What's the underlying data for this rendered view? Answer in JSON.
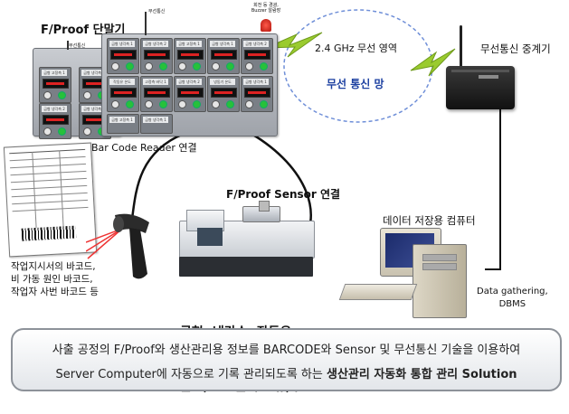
{
  "labels": {
    "terminal_title": "F/Proof 단말기",
    "wireless_network_zone": "2.4 GHz 무선 영역",
    "wireless_network": "무선 통신 망",
    "wireless_relay": "무선통신 중계기",
    "barcode_reader": "Bar Code  Reader 연결",
    "sensor_connection": "F/Proof    Sensor 연결",
    "data_storage_computer": "데이터 저장용 컴퓨터",
    "data_gathering": "Data gathering,",
    "dbms": "DBMS",
    "barcodes": [
      "작업지시서의 바코드,",
      "비 가동 원인 바코드,",
      "작업자 사번 바코드 등"
    ],
    "sensor_items": [
      "금형, 냉각수, 작동유",
      "온도,      원재료 유,무"
    ],
    "panel_wireless_tag": "무선통신",
    "panel_buzzer_tag": "회전 등 경광, Buzzer 알람장",
    "panel_units": [
      "금형 고정측 1",
      "금형 냉각측 1",
      "금형 냉각측 2",
      "금형 냉각측 3",
      "금형 냉각측 1",
      "금형 냉각측 2",
      "금형 고정측 1",
      "금형 냉각측 1",
      "금형 냉각측 2",
      "작동유 온도",
      "고정측 바닥 1",
      "금형 냉각측 2",
      "냉동기 온도"
    ]
  },
  "banner": {
    "line1": "사출 공정의 F/Proof와 생산관리용 정보를 BARCODE와 Sensor 및 무선통신 기술을 이용하여",
    "line2_prefix": "Server Computer에 자동으로 기록 관리되도록 하는 ",
    "line2_bold": "생산관리 자동화 통합 관리 Solution"
  },
  "colors": {
    "network_text": "#1b3fa0",
    "lightning": "#9acb2f",
    "banner_border": "#8d9299",
    "cable": "#111111"
  }
}
